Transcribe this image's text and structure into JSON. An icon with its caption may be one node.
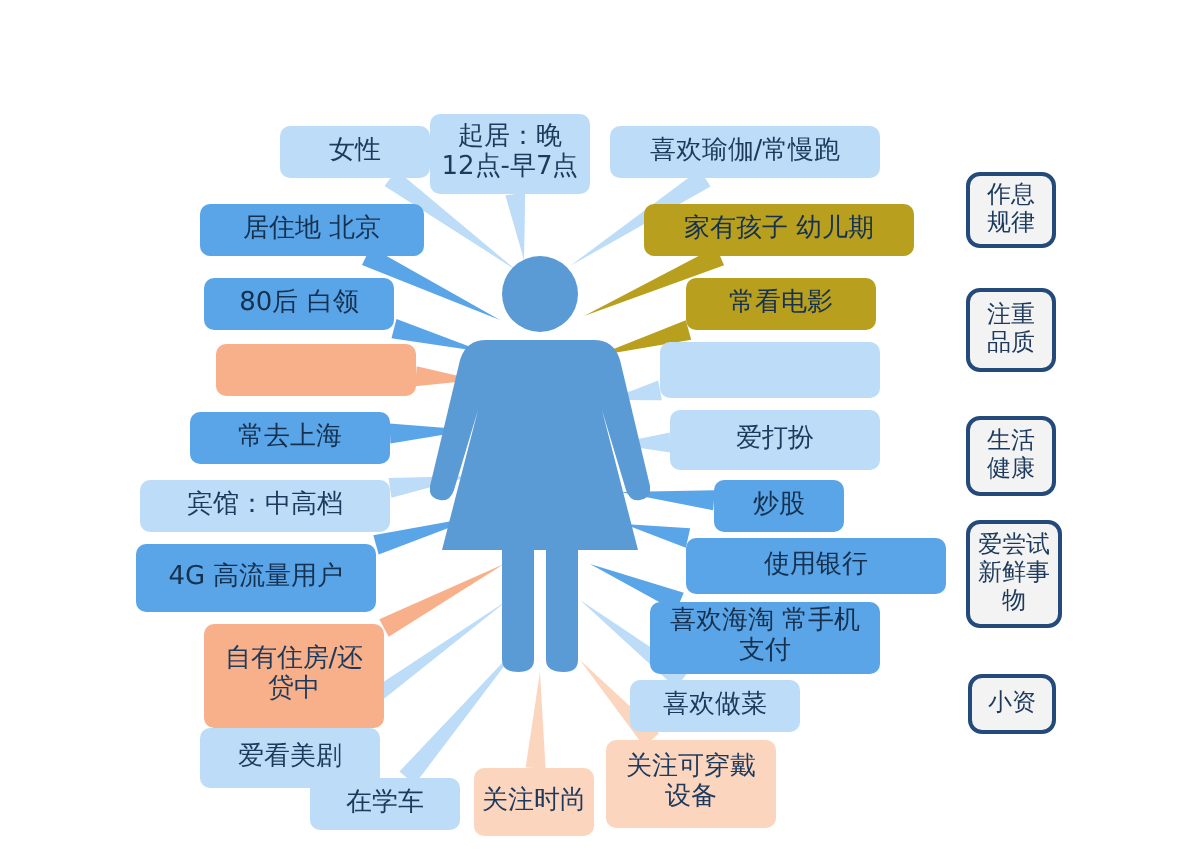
{
  "diagram": {
    "nodes": [
      {
        "text": [
          "女性"
        ]
      },
      {
        "text": [
          "起居：晚 12点-早7点"
        ]
      },
      {
        "text": [
          "喜欢瑜伽/常慢跑"
        ]
      },
      {
        "text": [
          "居住地 北京"
        ]
      },
      {
        "text": [
          "家有孩子 幼儿期"
        ]
      },
      {
        "text": [
          "80后 白领"
        ]
      },
      {
        "text": [
          "常看电影"
        ]
      },
      {
        "text": [],
        "shape": "box"
      },
      {
        "text": [],
        "shape": "box"
      },
      {
        "text": [
          "常去上海"
        ]
      },
      {
        "text": [
          "爱打扮"
        ]
      },
      {
        "text": [
          "宾馆：中高档"
        ]
      },
      {
        "text": [
          "炒股"
        ]
      },
      {
        "text": [
          "4G 高流量用户"
        ]
      },
      {
        "text": [
          "使用银行"
        ]
      },
      {
        "text": [
          "自有住房/还贷中"
        ]
      },
      {
        "text": [
          "喜欢海淘 常手机支付"
        ]
      },
      {
        "text": [
          "喜欢做菜"
        ]
      },
      {
        "text": [
          "爱看美剧"
        ]
      },
      {
        "text": [
          "关注可穿戴设备"
        ]
      },
      {
        "text": [
          "在学车"
        ]
      },
      {
        "text": [
          "关注时尚"
        ]
      },
      {
        "text": [],
        "shape": "person"
      },
      {
        "text": [
          "作息规律"
        ]
      },
      {
        "text": [
          "注重品质"
        ]
      },
      {
        "text": [
          "生活健康"
        ]
      },
      {
        "text": [
          "爱尝试新鲜事物"
        ]
      },
      {
        "text": [
          "小资"
        ]
      }
    ],
    "edges": [
      {
        "from": 0,
        "to": 22,
        "arrow": "none"
      },
      {
        "from": 1,
        "to": 22,
        "arrow": "none"
      },
      {
        "from": 2,
        "to": 22,
        "arrow": "none"
      },
      {
        "from": 3,
        "to": 22,
        "arrow": "none",
        "color": "#5aa5e8"
      },
      {
        "from": 4,
        "to": 22,
        "arrow": "none",
        "color": "#b8a01e"
      },
      {
        "from": 5,
        "to": 22,
        "arrow": "none",
        "color": "#5aa5e8"
      },
      {
        "from": 6,
        "to": 22,
        "arrow": "none",
        "color": "#b8a01e"
      },
      {
        "from": 7,
        "to": 22,
        "arrow": "none",
        "color": "#f7b08a"
      },
      {
        "from": 8,
        "to": 22,
        "arrow": "none"
      },
      {
        "from": 9,
        "to": 22,
        "arrow": "none",
        "color": "#5aa5e8"
      },
      {
        "from": 10,
        "to": 22,
        "arrow": "none"
      },
      {
        "from": 11,
        "to": 22,
        "arrow": "none"
      },
      {
        "from": 12,
        "to": 22,
        "arrow": "none",
        "color": "#5aa5e8"
      },
      {
        "from": 13,
        "to": 22,
        "arrow": "none",
        "color": "#5aa5e8"
      },
      {
        "from": 14,
        "to": 22,
        "arrow": "none",
        "color": "#5aa5e8"
      },
      {
        "from": 15,
        "to": 22,
        "arrow": "none",
        "color": "#f7b08a"
      },
      {
        "from": 16,
        "to": 22,
        "arrow": "none",
        "color": "#5aa5e8"
      },
      {
        "from": 17,
        "to": 22,
        "arrow": "none"
      },
      {
        "from": 18,
        "to": 22,
        "arrow": "none"
      },
      {
        "from": 19,
        "to": 22,
        "arrow": "none",
        "color": "#fcd5bf"
      },
      {
        "from": 20,
        "to": 22,
        "arrow": "none"
      },
      {
        "from": 21,
        "to": 22,
        "arrow": "none",
        "color": "#fcd5bf"
      }
    ]
  }
}
